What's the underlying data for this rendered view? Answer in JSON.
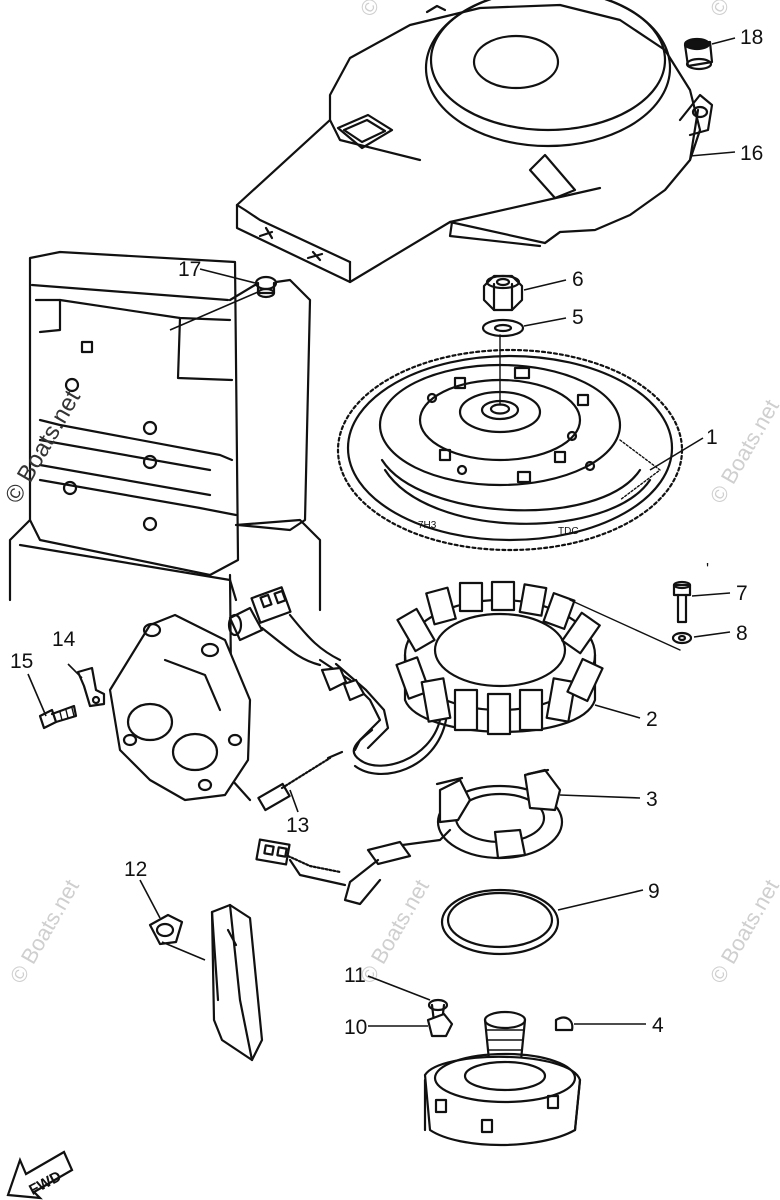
{
  "watermark": {
    "text": "© Boats.net"
  },
  "fwd_label": "FWD",
  "stray_mark": "'",
  "flywheel_marks": [
    "7H3",
    "TDC"
  ],
  "parts": [
    {
      "id": "1",
      "label": "1"
    },
    {
      "id": "2",
      "label": "2"
    },
    {
      "id": "3",
      "label": "3"
    },
    {
      "id": "4",
      "label": "4"
    },
    {
      "id": "5",
      "label": "5"
    },
    {
      "id": "6",
      "label": "6"
    },
    {
      "id": "7",
      "label": "7"
    },
    {
      "id": "8",
      "label": "8"
    },
    {
      "id": "9",
      "label": "9"
    },
    {
      "id": "10",
      "label": "10"
    },
    {
      "id": "11",
      "label": "11"
    },
    {
      "id": "12",
      "label": "12"
    },
    {
      "id": "13",
      "label": "13"
    },
    {
      "id": "14",
      "label": "14"
    },
    {
      "id": "15",
      "label": "15"
    },
    {
      "id": "16",
      "label": "16"
    },
    {
      "id": "17",
      "label": "17"
    },
    {
      "id": "18",
      "label": "18"
    }
  ]
}
